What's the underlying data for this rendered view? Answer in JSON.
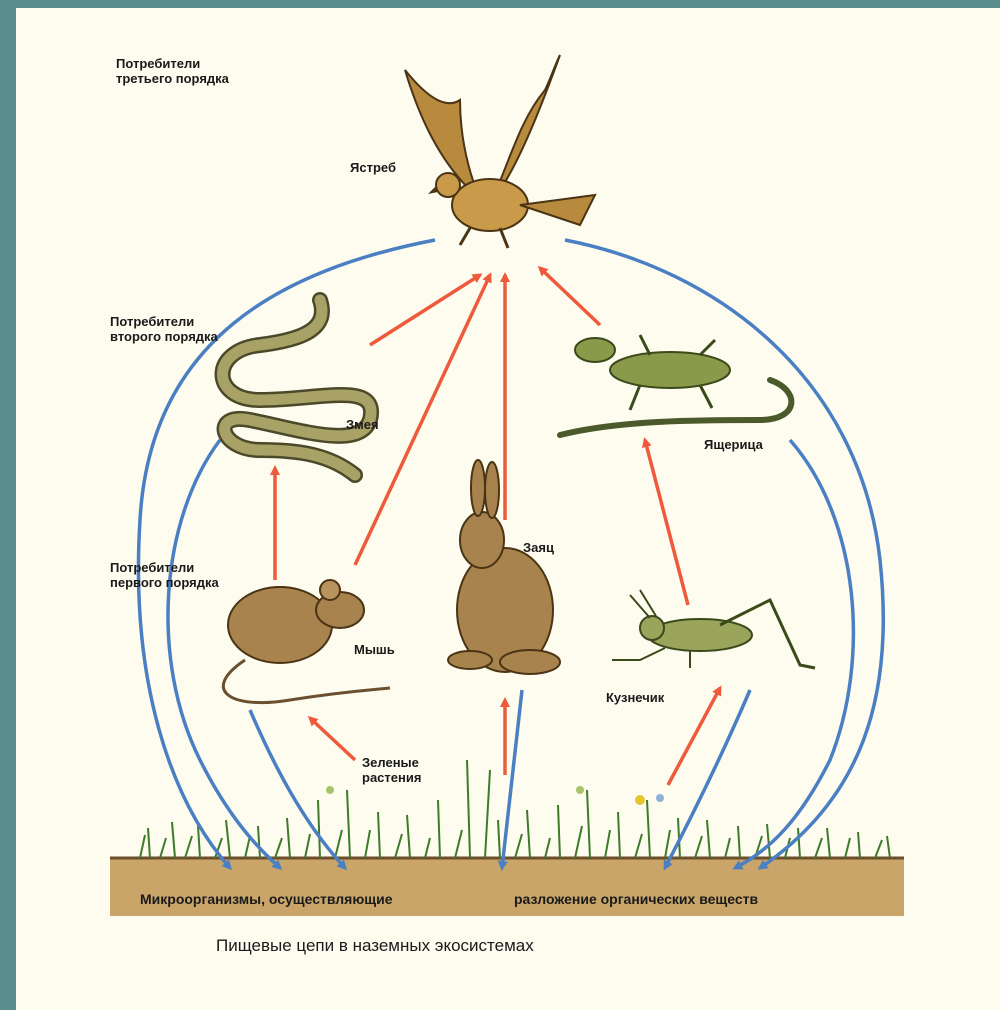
{
  "title": "Пищевые цепи в наземных экосистемах",
  "levels": {
    "third": "Потребители третьего порядка",
    "second": "Потребители второго порядка",
    "first": "Потребители первого порядка"
  },
  "organisms": {
    "hawk": "Ястреб",
    "snake": "Змея",
    "lizard": "Ящерица",
    "hare": "Заяц",
    "mouse": "Мышь",
    "grasshopper": "Кузнечик",
    "plants": "Зеленые растения"
  },
  "decomposers_left": "Микроорганизмы, осуществляющие",
  "decomposers_right": "разложение органических веществ",
  "colors": {
    "energy_arrow": "#ee5a3c",
    "decay_arrow": "#4a7fc4",
    "soil": "#c9a56a",
    "frame": "#5b8f8e"
  }
}
